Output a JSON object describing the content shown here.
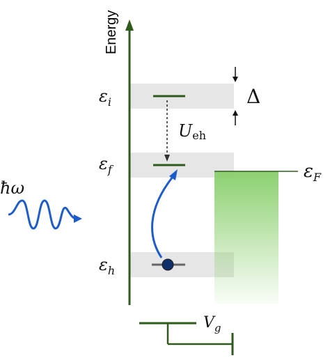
{
  "axis": {
    "label": "Energy"
  },
  "levels": {
    "initial": {
      "symbol": "ε",
      "sub": "i"
    },
    "final": {
      "symbol": "ε",
      "sub": "f"
    },
    "hole": {
      "symbol": "ε",
      "sub": "h"
    }
  },
  "fermi": {
    "symbol": "ε",
    "sub": "F"
  },
  "coulomb": {
    "symbol": "U",
    "sub": "eh"
  },
  "splitting": {
    "symbol": "Δ"
  },
  "photon": {
    "symbol": "ħω"
  },
  "gate": {
    "symbol": "V",
    "sub": "g"
  },
  "colors": {
    "axis": "#2e5a1c",
    "level": "#2e5a1c",
    "band": "#e6e6e6",
    "lead_top": "#8cd070",
    "wave": "#1d5cc8",
    "electron": "#0f2f6b"
  }
}
